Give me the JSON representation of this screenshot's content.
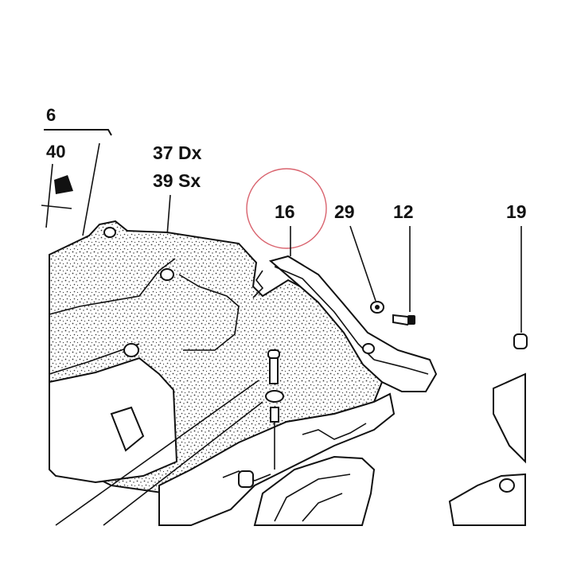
{
  "labels": {
    "l6": "6",
    "l40": "40",
    "l37": "37 Dx",
    "l39": "39 Sx",
    "l16": "16",
    "l29": "29",
    "l12": "12",
    "l19": "19"
  },
  "highlight_color": "#d9636e",
  "line_color": "#111111"
}
